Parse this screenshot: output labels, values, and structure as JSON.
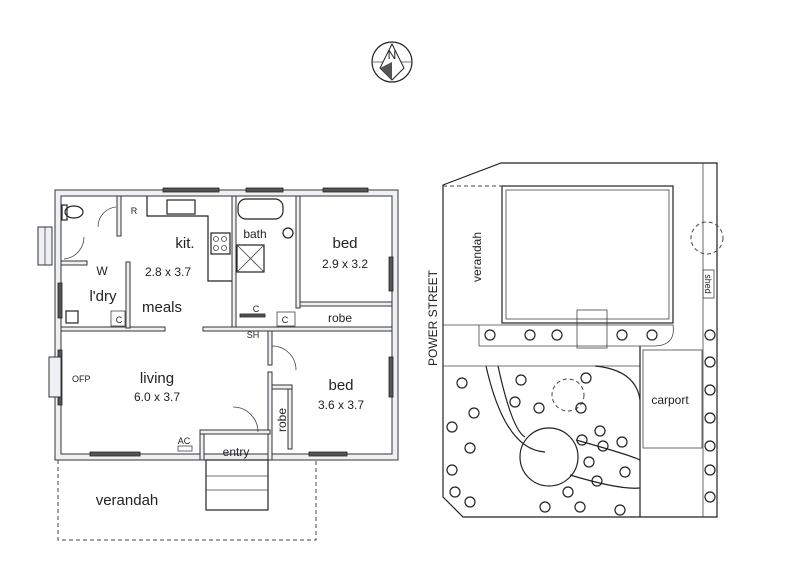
{
  "compass": {
    "label": "N"
  },
  "floor_plan": {
    "rooms": {
      "kitchen": {
        "name": "kit.",
        "size": "2.8 x 3.7"
      },
      "bath": {
        "name": "bath"
      },
      "bed1": {
        "name": "bed",
        "size": "2.9 x 3.2"
      },
      "bed2": {
        "name": "bed",
        "size": "3.6 x 3.7"
      },
      "meals": {
        "name": "meals"
      },
      "laundry": {
        "name": "l'dry"
      },
      "living": {
        "name": "living",
        "size": "6.0 x 3.7"
      },
      "entry": {
        "name": "entry"
      },
      "verandah": {
        "name": "verandah"
      }
    },
    "fixtures": {
      "robe1": "robe",
      "robe2": "robe",
      "refrigerator": "R",
      "cupboard_laundry": "C",
      "cupboard_hall1": "C",
      "cupboard_hall2": "C",
      "shelves": "SH",
      "fireplace": "OFP",
      "air_conditioner": "AC",
      "washing_machine": "W"
    }
  },
  "site_plan": {
    "street": "POWER STREET",
    "verandah": "verandah",
    "shed": "shed",
    "carport": "carport"
  }
}
